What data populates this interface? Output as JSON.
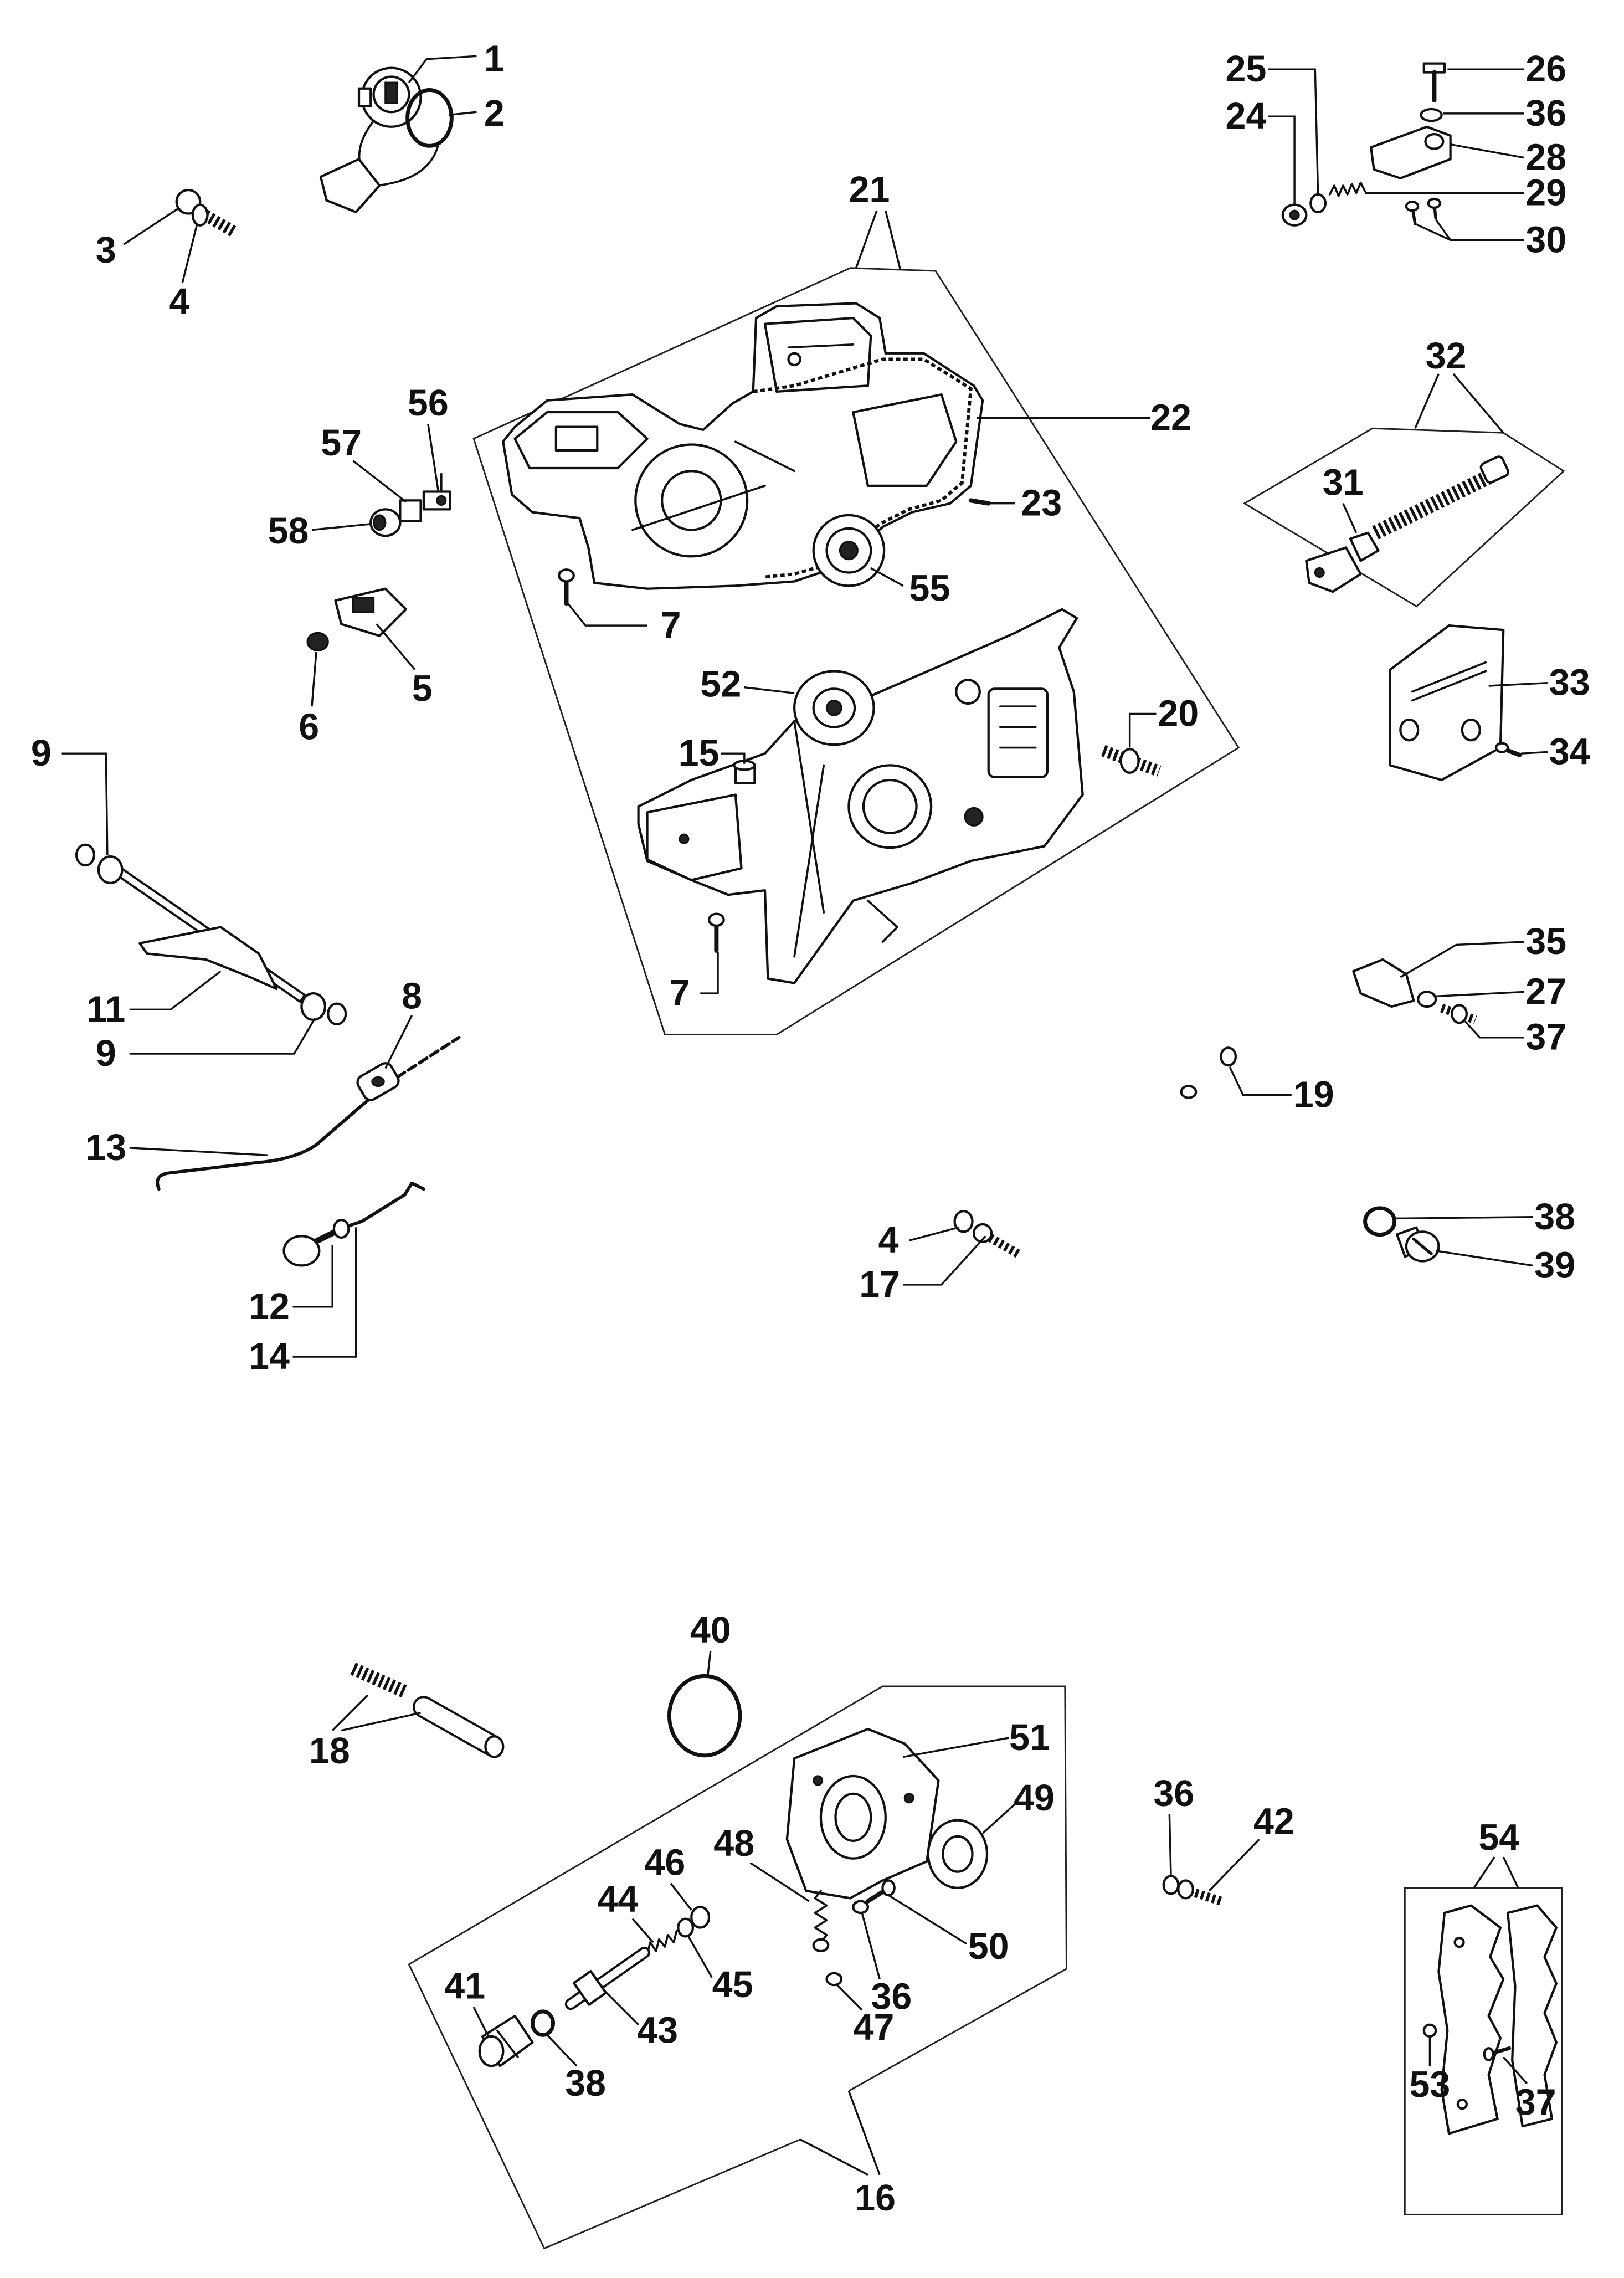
{
  "callouts": [
    "1",
    "2",
    "3",
    "4",
    "56",
    "57",
    "58",
    "5",
    "6",
    "9",
    "11",
    "9",
    "8",
    "13",
    "12",
    "14",
    "21",
    "22",
    "23",
    "55",
    "7",
    "52",
    "20",
    "15",
    "7",
    "4",
    "17",
    "25",
    "24",
    "26",
    "36",
    "28",
    "29",
    "30",
    "32",
    "31",
    "33",
    "34",
    "35",
    "27",
    "37",
    "19",
    "38",
    "39",
    "40",
    "18",
    "51",
    "49",
    "36",
    "42",
    "54",
    "48",
    "46",
    "44",
    "50",
    "41",
    "45",
    "36",
    "43",
    "47",
    "38",
    "53",
    "37",
    "16"
  ]
}
